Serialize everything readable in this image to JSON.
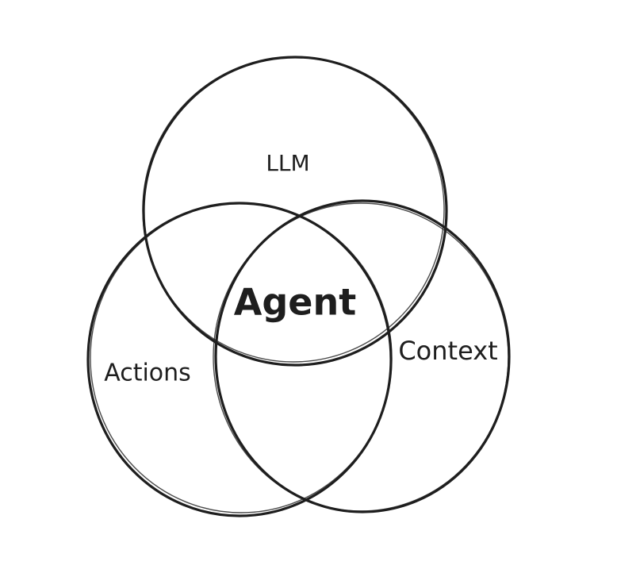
{
  "diagram": {
    "type": "venn",
    "sets": [
      {
        "id": "llm",
        "label": "LLM"
      },
      {
        "id": "actions",
        "label": "Actions"
      },
      {
        "id": "context",
        "label": "Context"
      }
    ],
    "intersection_label": "Agent",
    "stroke_color": "#1e1e1e"
  }
}
